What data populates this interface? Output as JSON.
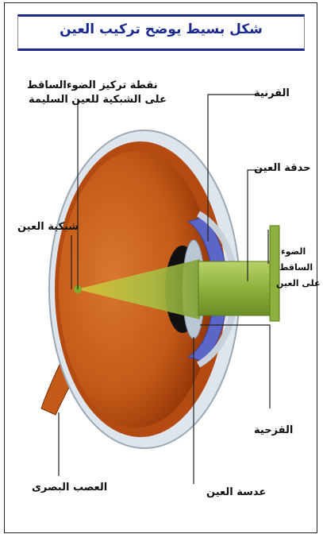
{
  "title": "شكل بسيط يوضح تركيب العين",
  "labels": {
    "focus_point_1": "نقطة تركيز الضوءالساقط",
    "focus_point_2": "على الشبكية للعين السليمة",
    "cornea": "القرنية",
    "pupil": "حدقة العين",
    "retina": "شبكية العين",
    "light_1": "الضوء",
    "light_2": "الساقط",
    "light_3": "على العين",
    "iris": "القزحية",
    "optic_nerve": "العصب البصرى",
    "lens": "عدسة العين"
  }
}
